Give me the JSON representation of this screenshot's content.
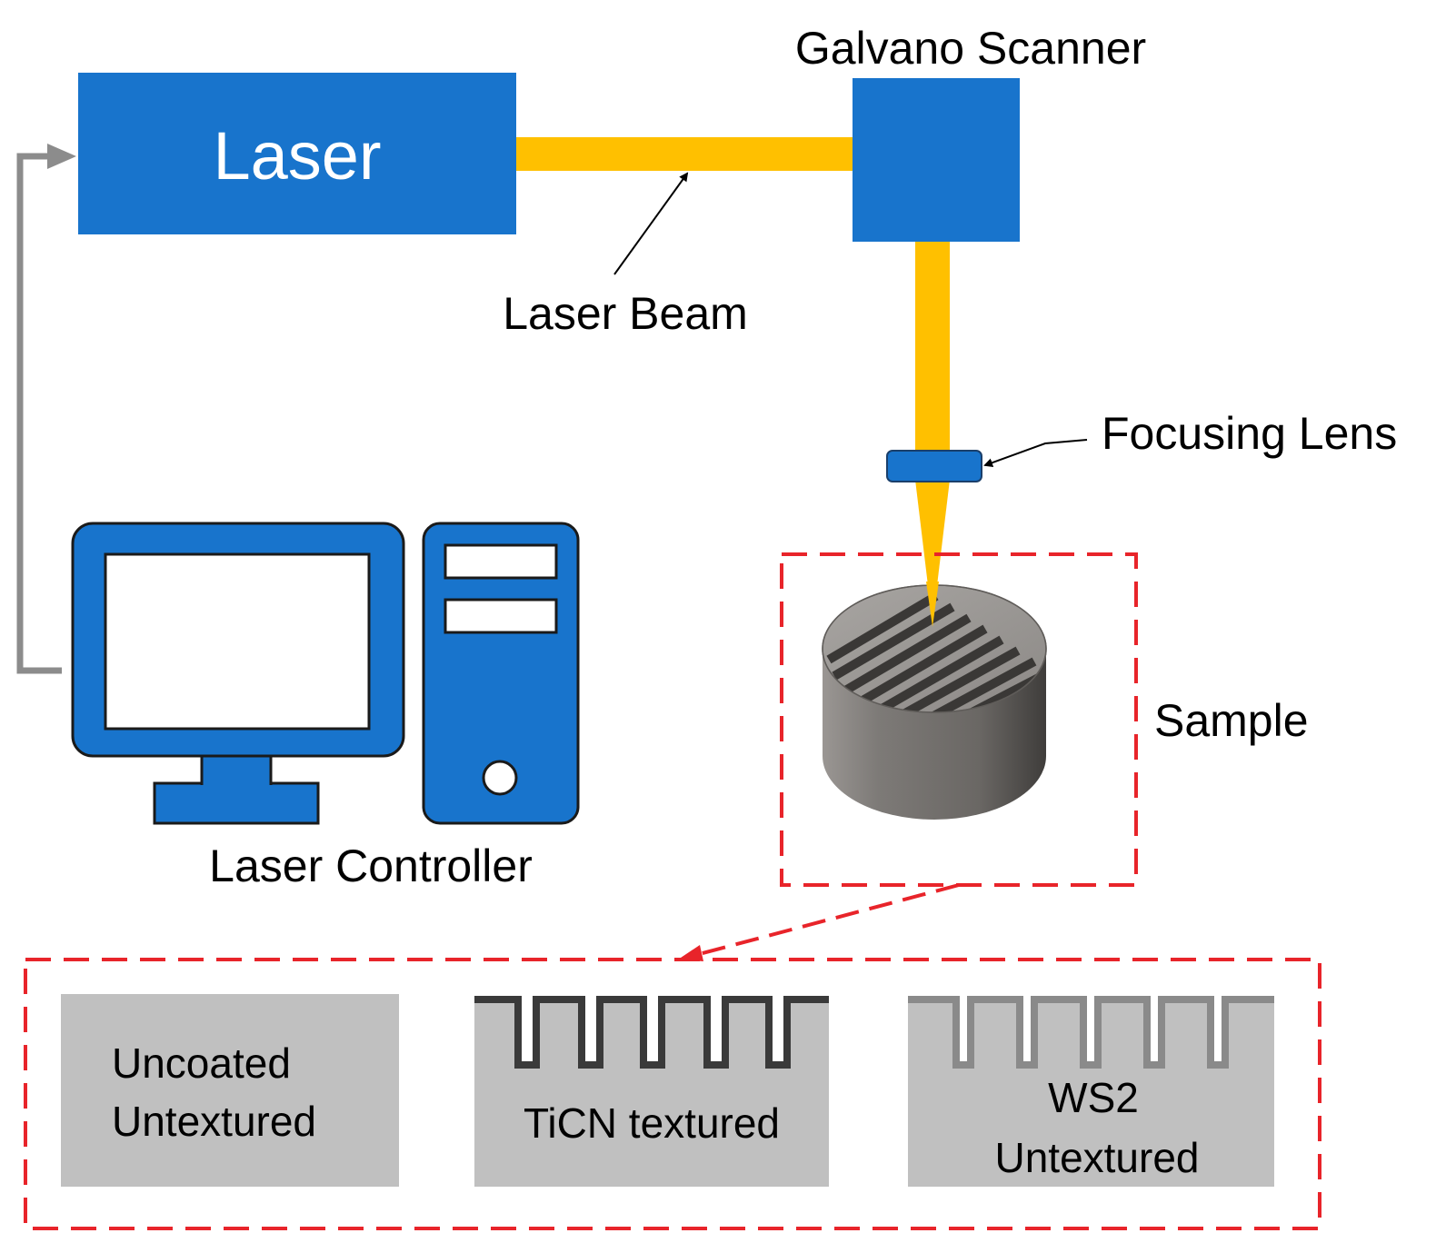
{
  "labels": {
    "laser": "Laser",
    "galvano_scanner": "Galvano Scanner",
    "laser_beam": "Laser Beam",
    "focusing_lens": "Focusing Lens",
    "laser_controller": "Laser Controller",
    "sample": "Sample"
  },
  "samples": [
    {
      "lines": [
        "Uncoated",
        "Untextured"
      ]
    },
    {
      "lines": [
        "TiCN textured"
      ]
    },
    {
      "lines": [
        "WS2",
        "Untextured"
      ]
    }
  ],
  "colors": {
    "device_blue": "#1874CC",
    "beam_yellow": "#FFC000",
    "highlight_red": "#E8242A",
    "connector_gray": "#8C8C8C",
    "sample_fill": "#C0C0C0",
    "ticn_coating": "#3A3A3A",
    "ws2_coating": "#8A8A8A"
  }
}
